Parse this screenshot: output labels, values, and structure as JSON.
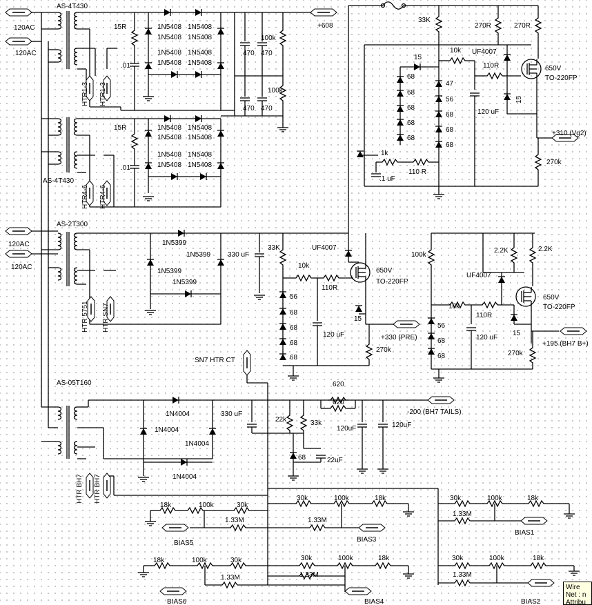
{
  "labels": {
    "t1_name": "AS-4T430",
    "t2_name": "AS-4T430",
    "t3_name": "AS-2T300",
    "t4_name": "AS-05T160",
    "ac1": "120AC",
    "ac2": "120AC",
    "ac3": "120AC",
    "ac4": "120AC",
    "r15a": "15R",
    "c01a": ".01",
    "r15b": "15R",
    "c01b": ".01",
    "d1a": "1N5408",
    "d1b": "1N5408",
    "d1c": "1N5408",
    "d1d": "1N5408",
    "d1e": "1N5408",
    "d1f": "1N5408",
    "d1g": "1N5408",
    "d1h": "1N5408",
    "d2a": "1N5408",
    "d2b": "1N5408",
    "d2c": "1N5408",
    "d2d": "1N5408",
    "d2e": "1N5408",
    "d2f": "1N5408",
    "d2g": "1N5408",
    "d2h": "1N5408",
    "c470a": "470",
    "c470b": "470",
    "c470c": "470",
    "c470d": "470",
    "r100ka": "100k",
    "r100kb": "100k",
    "plus608": "+608",
    "htr13a": "HTR1-3",
    "htr13b": "HTR1-3",
    "htr46a": "HTR4-6",
    "htr46b": "HTR4-6",
    "d5399a": "1N5399",
    "d5399b": "1N5399",
    "d5399c": "1N5399",
    "d5399d": "1N5399",
    "c330a": "330 uF",
    "htr5751": "HTR 5751",
    "htrsn7": "HTR SN7",
    "r33ka": "33K",
    "r10ka": "10k",
    "r110a": "110R",
    "uf4007a": "UF4007",
    "mos650a": "650V",
    "mosto220a": "TO-220FP",
    "z56a": "56",
    "z68a": "68",
    "z68b": "68",
    "z68c": "68",
    "z68d": "68",
    "z15a": "15",
    "c120a": "120 uF",
    "r270ka": "270k",
    "plus330": "+330 (PRE)",
    "r33kb": "33K",
    "r270ra": "270R",
    "r270rb": "270R",
    "r10kb": "10k",
    "uf4007b": "UF4007",
    "r110b": "110R",
    "mos650b": "650V",
    "mosto220b": "TO-220FP",
    "z15b": "15",
    "z68e": "68",
    "z47": "47",
    "z68f": "68",
    "z56b": "56",
    "z68g": "68",
    "z68h": "68",
    "z68i": "68",
    "z68j": "68",
    "z68k": "68",
    "z68l": "68",
    "c120b": "120 uF",
    "z15c": "15",
    "plus310": "+310 (Vg2)",
    "r270kb": "270k",
    "r1k": "1k",
    "r110c": "110 R",
    "c1uf": ".1 uF",
    "r100kc": "100k",
    "r22ka": "2.2K",
    "r22kb": "2.2K",
    "uf4007c": "UF4007",
    "mos650c": "650V",
    "mosto220c": "TO-220FP",
    "r10kc": "10k",
    "r110d": "110R",
    "z56c": "56",
    "z68m": "68",
    "z68n": "68",
    "c120c": "120 uF",
    "z15d": "15",
    "r270kc": "270k",
    "plus195": "+195 (BH7 B+)",
    "sn7htr": "SN7 HTR CT",
    "d4004a": "1N4004",
    "d4004b": "1N4004",
    "d4004c": "1N4004",
    "d4004d": "1N4004",
    "c330b": "330 uF",
    "r22k": "22k",
    "r33kc": "33k",
    "r620a": "620",
    "r620b": "620",
    "c120d": "120uF",
    "c120e": "120uF",
    "minus200": "-200 (BH7 TAILS)",
    "z68o": "68",
    "c22uf": "22uF",
    "htrbh7a": "HTR BH7",
    "htrbh7b": "HTR BH7",
    "b18k1": "18k",
    "b100k1": "100k",
    "b30k1": "30k",
    "b133m1": "1.33M",
    "bias5": "BIAS5",
    "b30k2": "30k",
    "b100k2": "100k",
    "b18k2": "18k",
    "b133m2": "1.33M",
    "bias3": "BIAS3",
    "b30k3": "30k",
    "b100k3": "100k",
    "b18k3": "18k",
    "b133m3": "1.33M",
    "bias1": "BIAS1",
    "b18k4": "18k",
    "b100k4": "100k",
    "b30k4": "30k",
    "b133m4": "1.33M",
    "bias6": "BIAS6",
    "b30k5": "30k",
    "b100k5": "100k",
    "b18k5": "18k",
    "b133m5": "1.33M",
    "bias4": "BIAS4",
    "b30k6": "30k",
    "b100k6": "100k",
    "b18k6": "18k",
    "b133m6": "1.33M",
    "bias2": "BIAS2"
  },
  "tooltip": {
    "line1": "Wire",
    "line2": "Net : n",
    "line3": "Attribu"
  }
}
